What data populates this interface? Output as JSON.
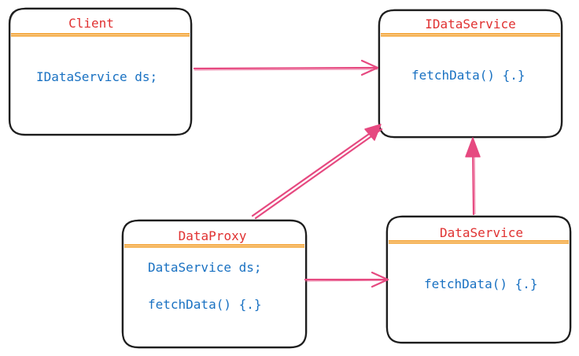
{
  "boxes": {
    "client": {
      "title": "Client",
      "lines": [
        "IDataService ds;"
      ]
    },
    "idataservice": {
      "title": "IDataService",
      "lines": [
        "fetchData() {.}"
      ]
    },
    "dataproxy": {
      "title": "DataProxy",
      "lines": [
        "DataService ds;",
        "fetchData() {.}"
      ]
    },
    "dataservice": {
      "title": "DataService",
      "lines": [
        "fetchData() {.}"
      ]
    }
  },
  "colors": {
    "title": "#e03131",
    "body": "#1971c2",
    "divider": "#f08c00",
    "arrow": "#e64980",
    "outline": "#1e1e1e"
  }
}
